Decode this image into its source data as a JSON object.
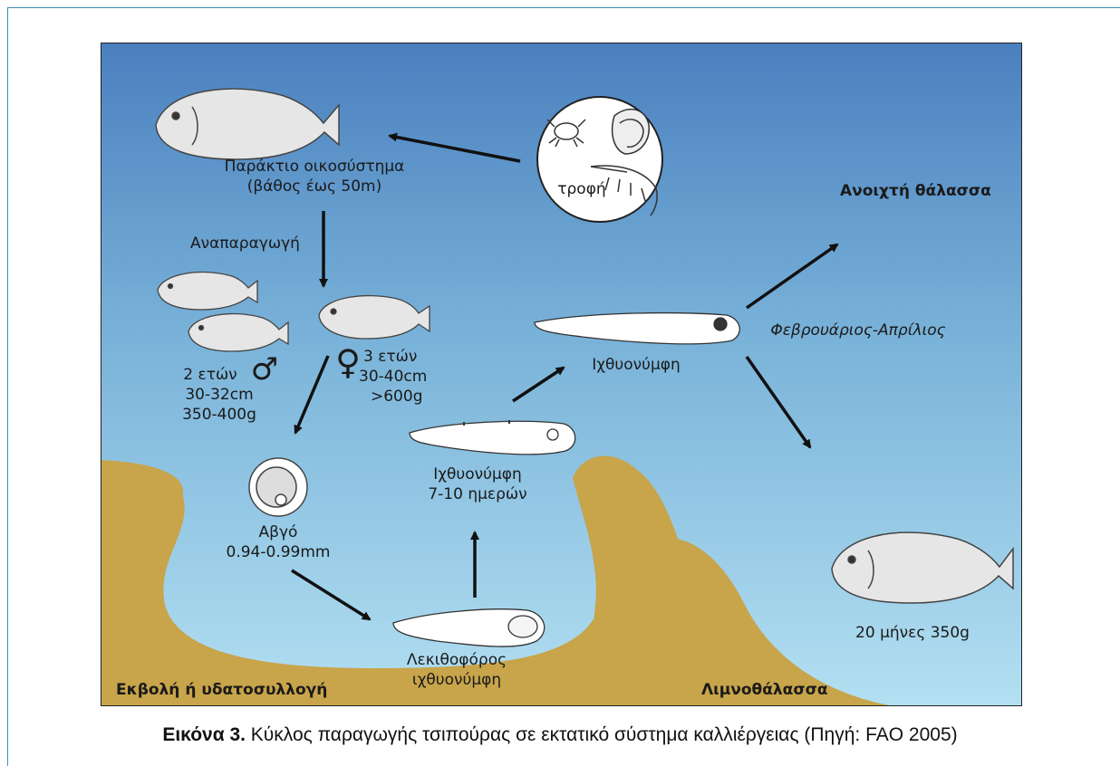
{
  "diagram": {
    "food_label": "τροφή",
    "coastal_ecosystem": "Παράκτιο οικοσύστημα",
    "coastal_depth": "(βάθος έως 50m)",
    "reproduction": "Αναπαραγωγή",
    "open_sea": "Ανοιχτή θάλασσα",
    "season": "Φεβρουάριος-Απρίλιος",
    "male_age": "2 ετών",
    "male_length": "30-32cm",
    "male_weight": "350-400g",
    "female_age": "3 ετών",
    "female_length": "30-40cm",
    "female_weight": ">600g",
    "male_symbol": "♂",
    "female_symbol": "♀",
    "egg_label": "Αβγό",
    "egg_size": "0.94-0.99mm",
    "yolk_larva_line1": "Λεκιθοφόρος",
    "yolk_larva_line2": "ιχθυονύμφη",
    "larva_7_10_line1": "Ιχθυονύμφη",
    "larva_7_10_line2": "7-10 ημερών",
    "larva_label": "Ιχθυονύμφη",
    "adult_label": "20 μήνες 350g",
    "estuary_label": "Εκβολή ή υδατοσυλλογή",
    "lagoon_label": "Λιμνοθάλασσα",
    "colors": {
      "sea_top": "#4a80bf",
      "sea_bottom": "#b3e0f2",
      "land": "#c8a44a"
    }
  },
  "caption": {
    "prefix": "Εικόνα 3.",
    "text": " Κύκλος παραγωγής τσιπούρας σε εκτατικό σύστημα καλλιέργειας (Πηγή: FAO 2005)"
  }
}
